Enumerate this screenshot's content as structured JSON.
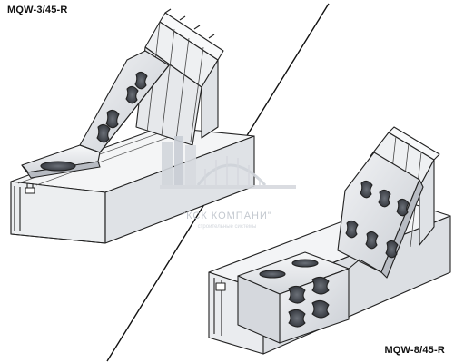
{
  "labels": {
    "top_left": "MQW-3/45-R",
    "bottom_right": "MQW-8/45-R"
  },
  "watermark": {
    "name": "\"КСК КОМПАНИ\"",
    "tagline": "строительные системы",
    "color": "#c9ced6"
  },
  "colors": {
    "line": "#222222",
    "steel": "#e9ebee",
    "steel_dark": "#c6cad0",
    "hole": "#4b4f56"
  }
}
